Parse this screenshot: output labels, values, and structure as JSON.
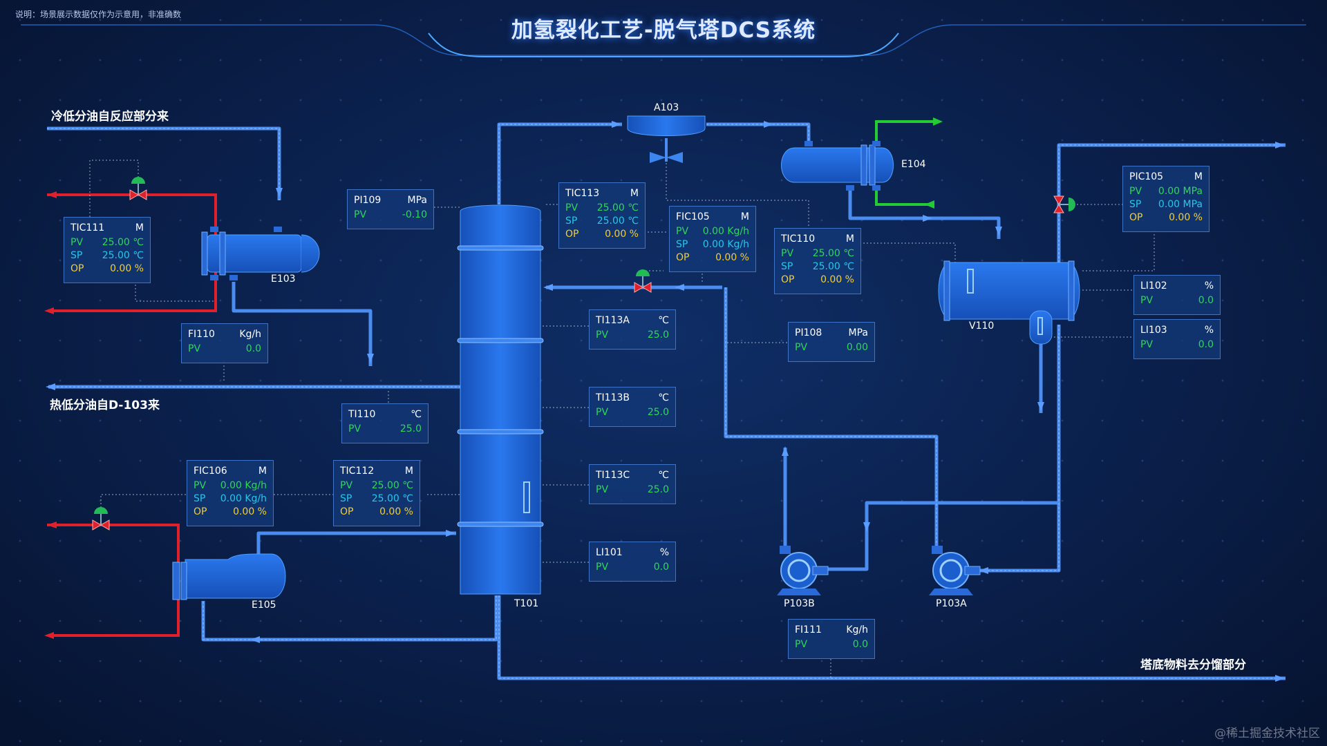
{
  "note": "说明：场景展示数据仅作为示意用，非准确数",
  "title": "加氢裂化工艺-脱气塔DCS系统",
  "flows": {
    "cold_oil_in": "冷低分油自反应部分来",
    "hot_oil_in": "热低分油自D-103来",
    "bottom_out": "塔底物料去分馏部分"
  },
  "equipment": {
    "A103": "A103",
    "E104": "E104",
    "E103": "E103",
    "E105": "E105",
    "T101": "T101",
    "V110": "V110",
    "P103B": "P103B",
    "P103A": "P103A"
  },
  "instruments": {
    "TIC111": {
      "tag": "TIC111",
      "mode": "M",
      "pv_label": "PV",
      "pv": "25.00 ℃",
      "sp_label": "SP",
      "sp": "25.00 ℃",
      "op_label": "OP",
      "op": "0.00 %"
    },
    "FI110": {
      "tag": "FI110",
      "unit": "Kg/h",
      "pv_label": "PV",
      "pv": "0.0"
    },
    "PI109": {
      "tag": "PI109",
      "unit": "MPa",
      "pv_label": "PV",
      "pv": "-0.10"
    },
    "TIC113": {
      "tag": "TIC113",
      "mode": "M",
      "pv_label": "PV",
      "pv": "25.00 ℃",
      "sp_label": "SP",
      "sp": "25.00 ℃",
      "op_label": "OP",
      "op": "0.00 %"
    },
    "FIC105": {
      "tag": "FIC105",
      "mode": "M",
      "pv_label": "PV",
      "pv": "0.00 Kg/h",
      "sp_label": "SP",
      "sp": "0.00 Kg/h",
      "op_label": "OP",
      "op": "0.00 %"
    },
    "TIC110": {
      "tag": "TIC110",
      "mode": "M",
      "pv_label": "PV",
      "pv": "25.00 ℃",
      "sp_label": "SP",
      "sp": "25.00 ℃",
      "op_label": "OP",
      "op": "0.00 %"
    },
    "PIC105": {
      "tag": "PIC105",
      "mode": "M",
      "pv_label": "PV",
      "pv": "0.00 MPa",
      "sp_label": "SP",
      "sp": "0.00 MPa",
      "op_label": "OP",
      "op": "0.00 %"
    },
    "LI102": {
      "tag": "LI102",
      "unit": "%",
      "pv_label": "PV",
      "pv": "0.0"
    },
    "LI103": {
      "tag": "LI103",
      "unit": "%",
      "pv_label": "PV",
      "pv": "0.0"
    },
    "TI113A": {
      "tag": "TI113A",
      "unit": "℃",
      "pv_label": "PV",
      "pv": "25.0"
    },
    "PI108": {
      "tag": "PI108",
      "unit": "MPa",
      "pv_label": "PV",
      "pv": "0.00"
    },
    "TI113B": {
      "tag": "TI113B",
      "unit": "℃",
      "pv_label": "PV",
      "pv": "25.0"
    },
    "TI110": {
      "tag": "TI110",
      "unit": "℃",
      "pv_label": "PV",
      "pv": "25.0"
    },
    "TI113C": {
      "tag": "TI113C",
      "unit": "℃",
      "pv_label": "PV",
      "pv": "25.0"
    },
    "FIC106": {
      "tag": "FIC106",
      "mode": "M",
      "pv_label": "PV",
      "pv": "0.00 Kg/h",
      "sp_label": "SP",
      "sp": "0.00 Kg/h",
      "op_label": "OP",
      "op": "0.00 %"
    },
    "TIC112": {
      "tag": "TIC112",
      "mode": "M",
      "pv_label": "PV",
      "pv": "25.00 ℃",
      "sp_label": "SP",
      "sp": "25.00 ℃",
      "op_label": "OP",
      "op": "0.00 %"
    },
    "LI101": {
      "tag": "LI101",
      "unit": "%",
      "pv_label": "PV",
      "pv": "0.0"
    },
    "FI111": {
      "tag": "FI111",
      "unit": "Kg/h",
      "pv_label": "PV",
      "pv": "0.0"
    }
  },
  "watermark": "@稀土掘金技术社区",
  "colors": {
    "pipe": "#4a8cf0",
    "hot_pipe": "#e0202a",
    "gas_pipe": "#22cc33",
    "vessel": "#1b5fcf",
    "valve_red": "#e0202a",
    "valve_green": "#22bb55",
    "pv": "#32d65a",
    "sp": "#27c7e8",
    "op": "#f5cf2b"
  }
}
